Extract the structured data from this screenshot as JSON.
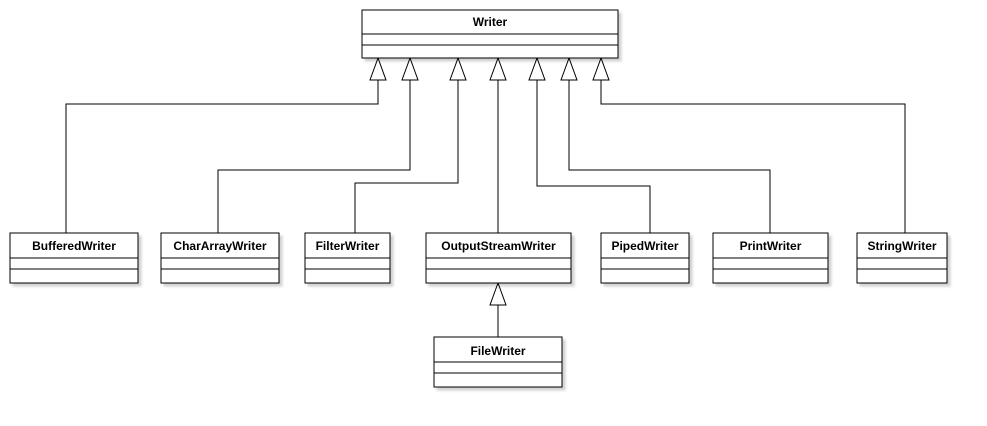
{
  "diagram": {
    "classes": [
      {
        "id": "writer",
        "name": "Writer"
      },
      {
        "id": "buffered",
        "name": "BufferedWriter"
      },
      {
        "id": "chararray",
        "name": "CharArrayWriter"
      },
      {
        "id": "filter",
        "name": "FilterWriter"
      },
      {
        "id": "outputstream",
        "name": "OutputStreamWriter"
      },
      {
        "id": "piped",
        "name": "PipedWriter"
      },
      {
        "id": "print",
        "name": "PrintWriter"
      },
      {
        "id": "string",
        "name": "StringWriter"
      },
      {
        "id": "file",
        "name": "FileWriter"
      }
    ],
    "generalizations": [
      {
        "child": "buffered",
        "parent": "writer"
      },
      {
        "child": "chararray",
        "parent": "writer"
      },
      {
        "child": "filter",
        "parent": "writer"
      },
      {
        "child": "outputstream",
        "parent": "writer"
      },
      {
        "child": "piped",
        "parent": "writer"
      },
      {
        "child": "print",
        "parent": "writer"
      },
      {
        "child": "string",
        "parent": "writer"
      },
      {
        "child": "file",
        "parent": "outputstream"
      }
    ]
  }
}
